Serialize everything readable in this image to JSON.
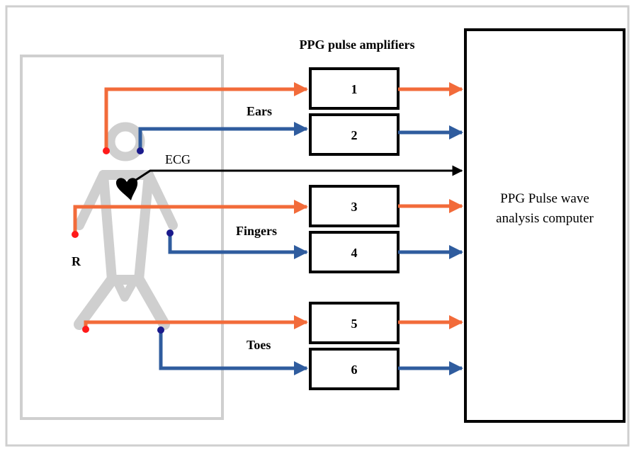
{
  "title": "PPG pulse amplifiers",
  "site_labels": {
    "ears": "Ears",
    "fingers": "Fingers",
    "toes": "Toes"
  },
  "ecg_label": "ECG",
  "side_label": "R",
  "amplifiers": [
    "1",
    "2",
    "3",
    "4",
    "5",
    "6"
  ],
  "computer": {
    "line1": "PPG Pulse wave",
    "line2": "analysis computer"
  },
  "colors": {
    "right_side": "#f26b3a",
    "left_side": "#2f5c9e",
    "ecg": "#000000",
    "figure": "#cfcfcf",
    "right_dot": "#ff1a1a",
    "left_dot": "#1a1a8c"
  }
}
